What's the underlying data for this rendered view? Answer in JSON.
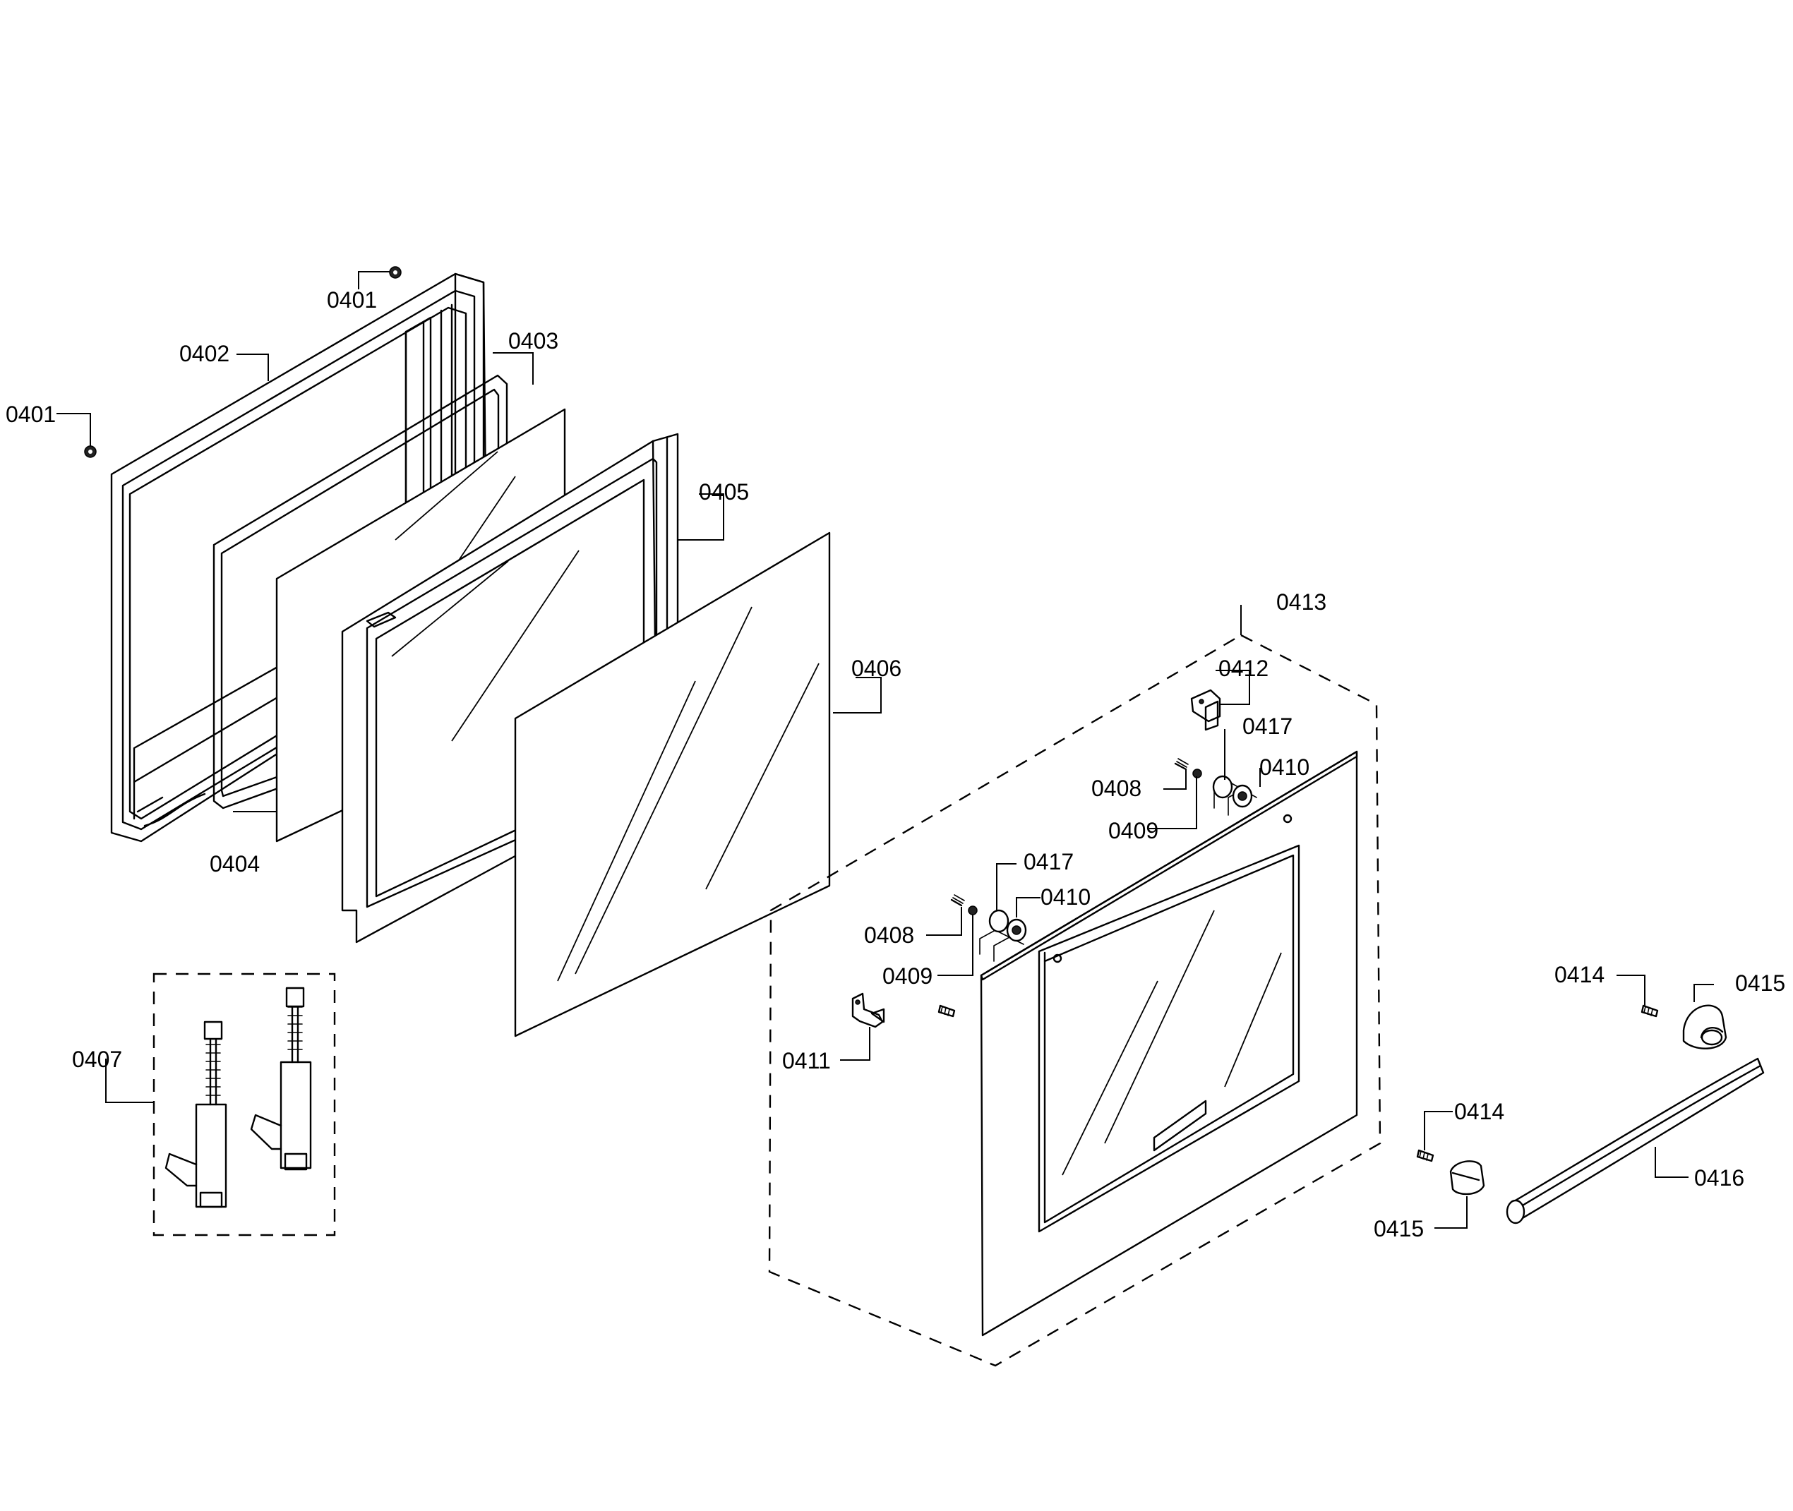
{
  "labels": [
    {
      "id": "l0401a",
      "text": "0401"
    },
    {
      "id": "l0401b",
      "text": "0401"
    },
    {
      "id": "l0402",
      "text": "0402"
    },
    {
      "id": "l0403",
      "text": "0403"
    },
    {
      "id": "l0404",
      "text": "0404"
    },
    {
      "id": "l0405",
      "text": "0405"
    },
    {
      "id": "l0406",
      "text": "0406"
    },
    {
      "id": "l0407",
      "text": "0407"
    },
    {
      "id": "l0408a",
      "text": "0408"
    },
    {
      "id": "l0409a",
      "text": "0409"
    },
    {
      "id": "l0408b",
      "text": "0408"
    },
    {
      "id": "l0409b",
      "text": "0409"
    },
    {
      "id": "l0410a",
      "text": "0410"
    },
    {
      "id": "l0417a",
      "text": "0417"
    },
    {
      "id": "l0410b",
      "text": "0410"
    },
    {
      "id": "l0417b",
      "text": "0417"
    },
    {
      "id": "l0411",
      "text": "0411"
    },
    {
      "id": "l0412",
      "text": "0412"
    },
    {
      "id": "l0413",
      "text": "0413"
    },
    {
      "id": "l0414a",
      "text": "0414"
    },
    {
      "id": "l0414b",
      "text": "0414"
    },
    {
      "id": "l0415a",
      "text": "0415"
    },
    {
      "id": "l0415b",
      "text": "0415"
    },
    {
      "id": "l0416",
      "text": "0416"
    }
  ]
}
